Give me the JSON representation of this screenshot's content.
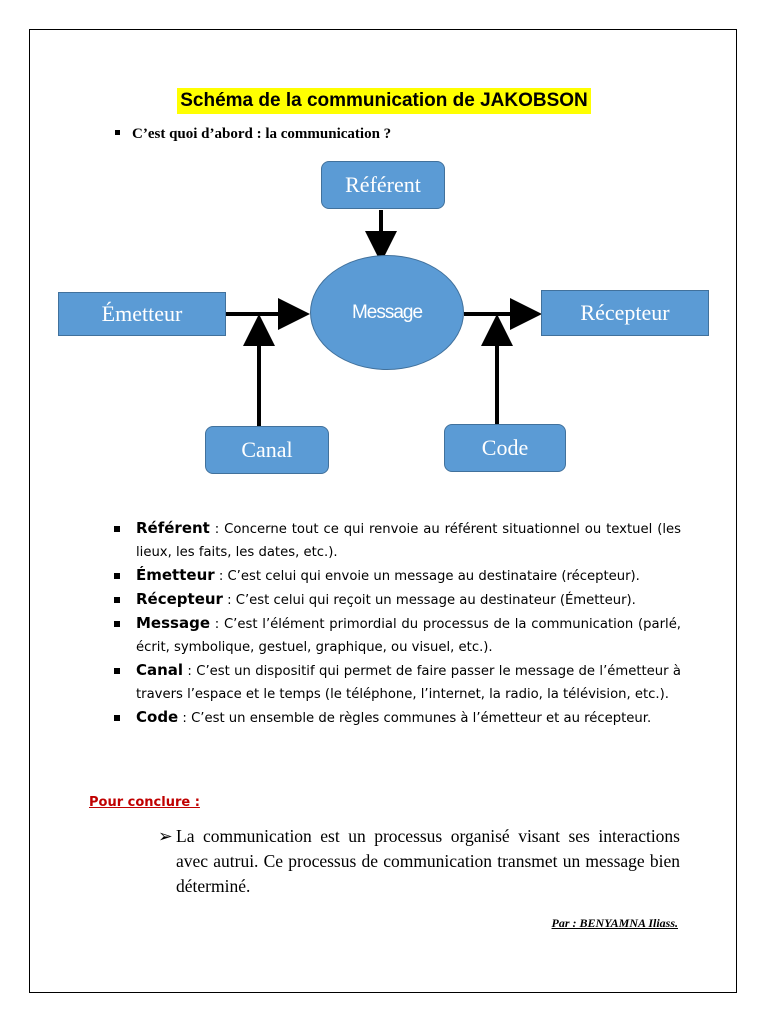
{
  "title": "Schéma de la communication de JAKOBSON",
  "question": "C’est quoi d’abord : la communication ?",
  "diagram": {
    "referent": "Référent",
    "emetteur": "Émetteur",
    "message": "Message",
    "recepteur": "Récepteur",
    "canal": "Canal",
    "code": "Code",
    "box_color": "#5b9bd5"
  },
  "definitions": [
    {
      "term": "Référent",
      "sep": " : ",
      "text": "Concerne tout ce qui renvoie au référent situationnel ou textuel (les lieux, les faits, les dates, etc.)."
    },
    {
      "term": "Émetteur",
      "sep": " : ",
      "text": "C’est celui qui envoie un message au destinataire (récepteur)."
    },
    {
      "term": "Récepteur",
      "sep": " : ",
      "text": "C’est celui qui reçoit un message au destinateur (Émetteur)."
    },
    {
      "term": "Message",
      "sep": " : ",
      "text": "C’est l’élément primordial du processus de la communication (parlé, écrit, symbolique, gestuel, graphique, ou visuel, etc.)."
    },
    {
      "term": "Canal",
      "sep": " : ",
      "text": "C’est un dispositif qui permet de faire passer le message de l’émetteur à travers l’espace et le temps (le téléphone, l’internet, la radio, la télévision, etc.)."
    },
    {
      "term": "Code",
      "sep": " : ",
      "text": "C’est un ensemble de règles communes à l’émetteur et au récepteur."
    }
  ],
  "conclude_label": "Pour conclure :",
  "conclusion": "La communication est un processus organisé visant ses interactions avec autrui. Ce processus de communication transmet un message bien déterminé.",
  "signature": "Par : BENYAMNA Iliass.",
  "colors": {
    "highlight": "#ffff00",
    "conclude": "#c00000"
  }
}
